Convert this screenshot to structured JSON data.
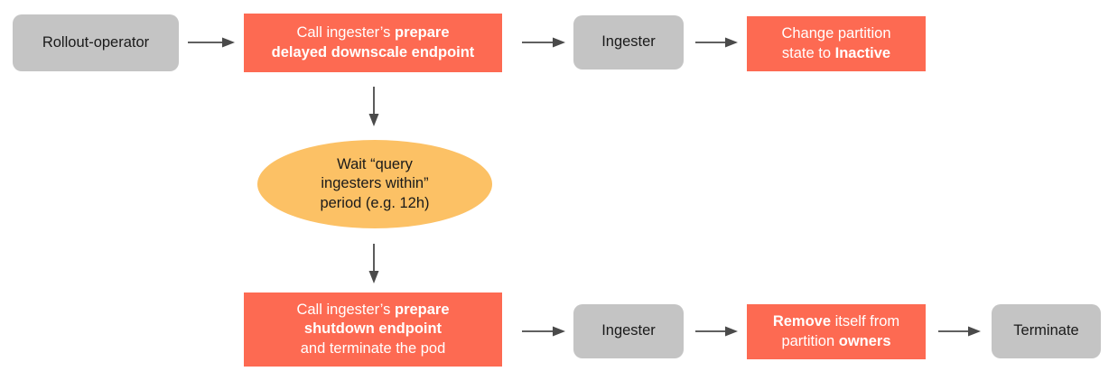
{
  "diagram": {
    "title": "Ingester delayed downscale and shutdown flow",
    "colors": {
      "gray_node": "#c4c4c4",
      "red_node": "#fd6a52",
      "orange_node": "#fcc165",
      "arrow": "#4a4a4a",
      "dark_text": "#1a1a1a",
      "light_text": "#ffffff",
      "background": "#ffffff"
    },
    "nodes": [
      {
        "id": "rollout-operator",
        "shape": "rounded-rect",
        "style": "gray",
        "lines": [
          [
            {
              "text": "Rollout-operator",
              "bold": false
            }
          ]
        ]
      },
      {
        "id": "call-prepare-delayed-downscale",
        "shape": "rect",
        "style": "red",
        "lines": [
          [
            {
              "text": "Call ingester’s ",
              "bold": false
            },
            {
              "text": "prepare",
              "bold": true
            }
          ],
          [
            {
              "text": "delayed downscale endpoint",
              "bold": true
            }
          ]
        ]
      },
      {
        "id": "ingester-top",
        "shape": "rounded-rect",
        "style": "gray",
        "lines": [
          [
            {
              "text": "Ingester",
              "bold": false
            }
          ]
        ]
      },
      {
        "id": "change-partition-state-inactive",
        "shape": "rect",
        "style": "red",
        "lines": [
          [
            {
              "text": "Change partition",
              "bold": false
            }
          ],
          [
            {
              "text": "state to ",
              "bold": false
            },
            {
              "text": "Inactive",
              "bold": true
            }
          ]
        ]
      },
      {
        "id": "wait-period",
        "shape": "ellipse",
        "style": "orange",
        "lines": [
          [
            {
              "text": "Wait “query",
              "bold": false
            }
          ],
          [
            {
              "text": "ingesters within”",
              "bold": false
            }
          ],
          [
            {
              "text": "period (e.g. 12h)",
              "bold": false
            }
          ]
        ]
      },
      {
        "id": "call-prepare-shutdown",
        "shape": "rect",
        "style": "red",
        "lines": [
          [
            {
              "text": "Call ingester’s ",
              "bold": false
            },
            {
              "text": "prepare",
              "bold": true
            }
          ],
          [
            {
              "text": "shutdown endpoint",
              "bold": true
            }
          ],
          [
            {
              "text": "and terminate the pod",
              "bold": false
            }
          ]
        ]
      },
      {
        "id": "ingester-bottom",
        "shape": "rounded-rect",
        "style": "gray",
        "lines": [
          [
            {
              "text": "Ingester",
              "bold": false
            }
          ]
        ]
      },
      {
        "id": "remove-from-partition-owners",
        "shape": "rect",
        "style": "red",
        "lines": [
          [
            {
              "text": "Remove",
              "bold": true
            },
            {
              "text": " itself from",
              "bold": false
            }
          ],
          [
            {
              "text": "partition ",
              "bold": false
            },
            {
              "text": "owners",
              "bold": true
            }
          ]
        ]
      },
      {
        "id": "terminate",
        "shape": "rounded-rect",
        "style": "gray",
        "lines": [
          [
            {
              "text": "Terminate",
              "bold": false
            }
          ]
        ]
      }
    ],
    "edges": [
      {
        "id": "e1",
        "from": "rollout-operator",
        "to": "call-prepare-delayed-downscale",
        "direction": "right"
      },
      {
        "id": "e2",
        "from": "call-prepare-delayed-downscale",
        "to": "ingester-top",
        "direction": "right"
      },
      {
        "id": "e3",
        "from": "ingester-top",
        "to": "change-partition-state-inactive",
        "direction": "right"
      },
      {
        "id": "e4",
        "from": "call-prepare-delayed-downscale",
        "to": "wait-period",
        "direction": "down"
      },
      {
        "id": "e5",
        "from": "wait-period",
        "to": "call-prepare-shutdown",
        "direction": "down"
      },
      {
        "id": "e6",
        "from": "call-prepare-shutdown",
        "to": "ingester-bottom",
        "direction": "right"
      },
      {
        "id": "e7",
        "from": "ingester-bottom",
        "to": "remove-from-partition-owners",
        "direction": "right"
      },
      {
        "id": "e8",
        "from": "remove-from-partition-owners",
        "to": "terminate",
        "direction": "right"
      }
    ]
  }
}
